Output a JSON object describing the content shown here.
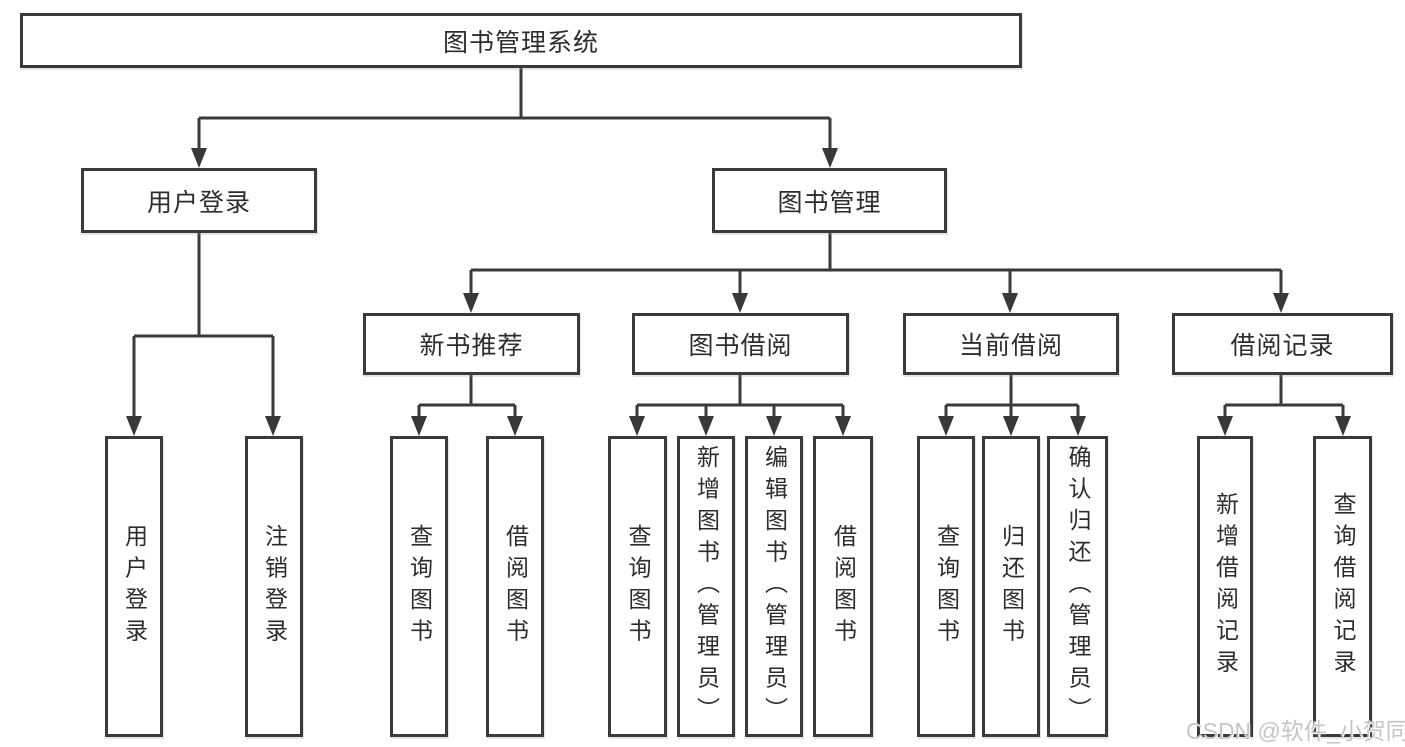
{
  "tree": {
    "root": "图书管理系统",
    "level2": [
      {
        "label": "用户登录",
        "leaves": [
          "用户登录",
          "注销登录"
        ]
      },
      {
        "label": "图书管理",
        "groups": [
          {
            "label": "新书推荐",
            "leaves": [
              "查询图书",
              "借阅图书"
            ]
          },
          {
            "label": "图书借阅",
            "leaves": [
              "查询图书",
              "新增图书（管理员）",
              "编辑图书（管理员）",
              "借阅图书"
            ]
          },
          {
            "label": "当前借阅",
            "leaves": [
              "查询图书",
              "归还图书",
              "确认归还（管理员）"
            ]
          },
          {
            "label": "借阅记录",
            "leaves": [
              "新增借阅记录",
              "查询借阅记录"
            ]
          }
        ]
      }
    ]
  },
  "watermark": "CSDN @软件_小贺同学",
  "colors": {
    "line": "#3a3a3a",
    "arrow": "#383838",
    "box_border": "#3a3a3a",
    "box_bg": "#ffffff",
    "text": "#2d2d2d",
    "watermark": "#c6c6c6"
  }
}
